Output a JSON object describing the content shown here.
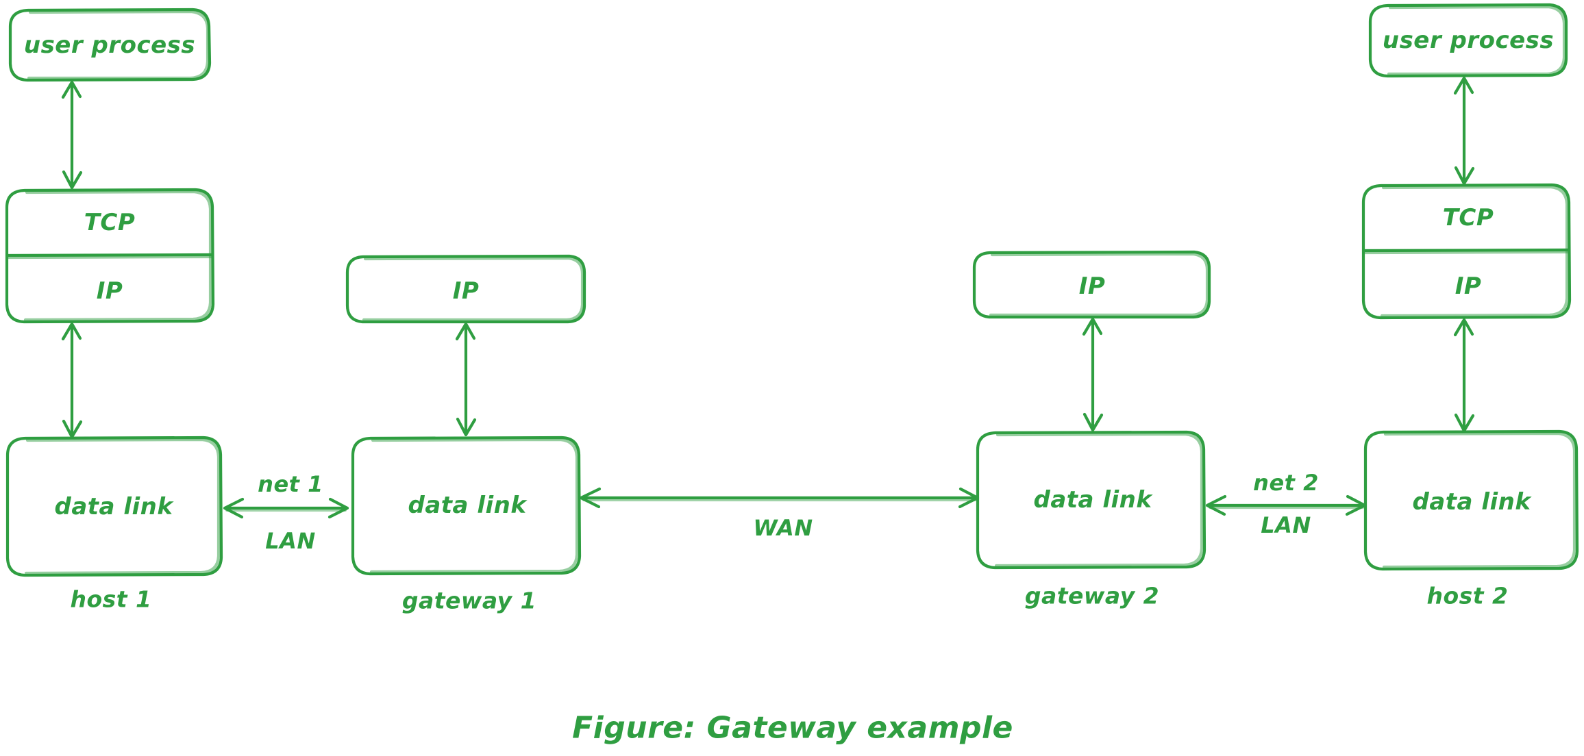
{
  "diagram": {
    "title": "Gateway example",
    "caption": "Figure: Gateway example",
    "stroke_color": "#2f9e41",
    "background_color": "#ffffff",
    "style": "hand-drawn",
    "nodes": {
      "host1_user_process": "user process",
      "host1_tcp": "TCP",
      "host1_ip": "IP",
      "host1_data_link": "data link",
      "host1_name": "host 1",
      "gw1_ip": "IP",
      "gw1_data_link": "data link",
      "gw1_name": "gateway 1",
      "gw2_ip": "IP",
      "gw2_data_link": "data link",
      "gw2_name": "gateway 2",
      "host2_user_process": "user process",
      "host2_tcp": "TCP",
      "host2_ip": "IP",
      "host2_data_link": "data link",
      "host2_name": "host 2"
    },
    "links": {
      "net1_name": "net 1",
      "net1_type": "LAN",
      "wan_name": "WAN",
      "net2_name": "net 2",
      "net2_type": "LAN"
    }
  }
}
